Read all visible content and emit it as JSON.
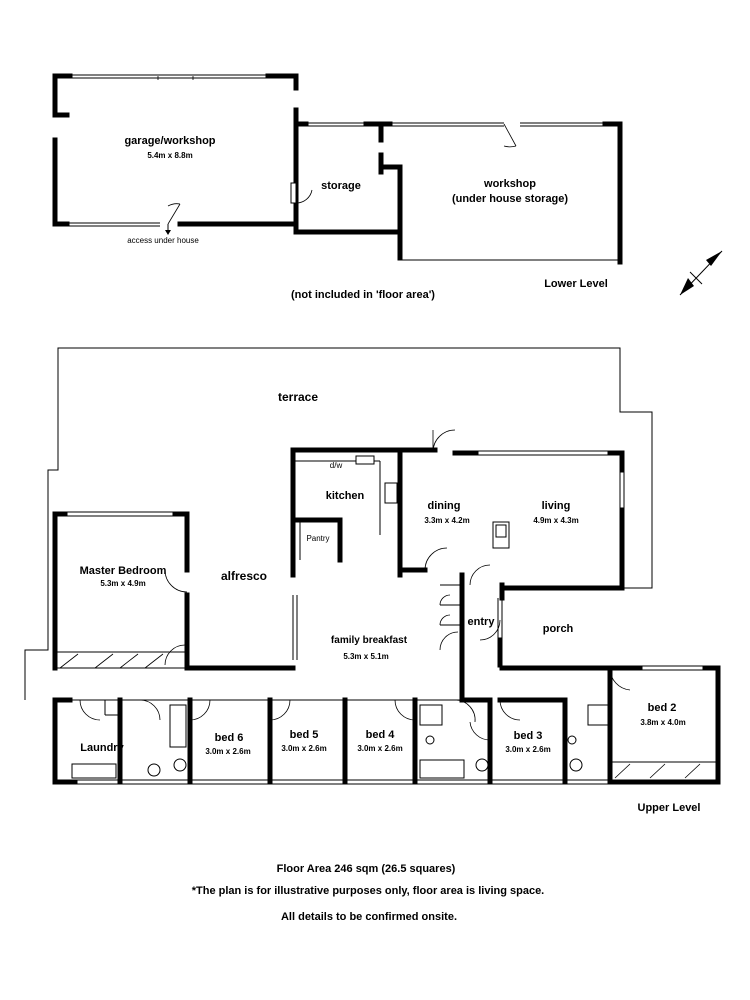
{
  "lower_level": {
    "level_label": "Lower Level",
    "note": "(not included in 'floor area')",
    "rooms": {
      "garage": {
        "name": "garage/workshop",
        "dims": "5.4m x 8.8m"
      },
      "storage": {
        "name": "storage"
      },
      "workshop": {
        "name": "workshop",
        "subname": "(under house storage)"
      }
    },
    "access_label": "access under house"
  },
  "upper_level": {
    "level_label": "Upper Level",
    "rooms": {
      "terrace": {
        "name": "terrace"
      },
      "kitchen": {
        "name": "kitchen"
      },
      "dw": {
        "name": "d/w"
      },
      "pantry": {
        "name": "Pantry"
      },
      "dining": {
        "name": "dining",
        "dims": "3.3m x 4.2m"
      },
      "living": {
        "name": "living",
        "dims": "4.9m x 4.3m"
      },
      "master": {
        "name": "Master Bedroom",
        "dims": "5.3m x 4.9m"
      },
      "alfresco": {
        "name": "alfresco"
      },
      "family": {
        "name": "family breakfast",
        "dims": "5.3m x 5.1m"
      },
      "entry": {
        "name": "entry"
      },
      "porch": {
        "name": "porch"
      },
      "bed2": {
        "name": "bed 2",
        "dims": "3.8m x 4.0m"
      },
      "bed3": {
        "name": "bed 3",
        "dims": "3.0m x 2.6m"
      },
      "bed4": {
        "name": "bed 4",
        "dims": "3.0m x 2.6m"
      },
      "bed5": {
        "name": "bed 5",
        "dims": "3.0m x 2.6m"
      },
      "bed6": {
        "name": "bed 6",
        "dims": "3.0m x 2.6m"
      },
      "laundry": {
        "name": "Laundry"
      }
    }
  },
  "footer": {
    "floor_area": "Floor Area 246 sqm (26.5 squares)",
    "disclaimer": "*The plan is for illustrative purposes only, floor area is living space.",
    "confirm": "All details to be confirmed onsite."
  }
}
